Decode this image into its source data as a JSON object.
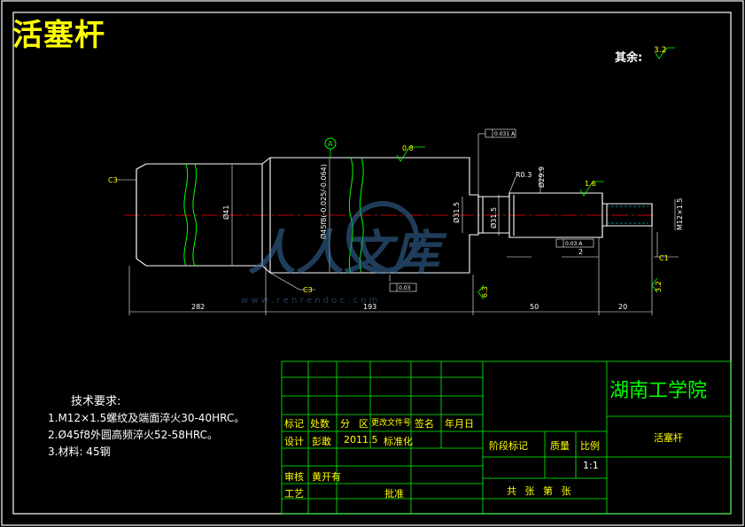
{
  "drawing_title": "活塞杆",
  "rest_roughness": {
    "label": "其余:",
    "value": "3.2"
  },
  "datum_label": "A",
  "dimensions": {
    "chamfer_left": "C3",
    "chamfer_mid": "C3",
    "chamfer_right": "C1",
    "dia_left": "Ø41",
    "dia_main": "Ø45f8(-0.025/-0.064)",
    "dia_neck": "Ø31.5",
    "dia_step": "Ø31.5",
    "dia_groove": "Ø29.9",
    "thread": "M12×1.5",
    "groove_r": "R0.3",
    "len_1": "282",
    "len_2": "193",
    "len_3": "50",
    "len_4": "20",
    "len_5": "2",
    "rough_main": "0.8",
    "rough_right": "1.6",
    "rough_bottom": "6.3",
    "rough_side": "3.2",
    "tol_top": "0.031 A",
    "tol_mid": "0.03 A",
    "tol_bottom": "0.03"
  },
  "tech_requirements": {
    "heading": "技术要求:",
    "items": [
      "1.M12×1.5螺纹及端面淬火30-40HRC。",
      "2.Ø45f8外圆高频淬火52-58HRC。",
      "3.材料: 45钢"
    ]
  },
  "title_block": {
    "school": "湖南工学院",
    "part_name": "活塞杆",
    "row_marks": [
      "标记",
      "处数",
      "分",
      "区",
      "更改文件号",
      "签名",
      "年月日"
    ],
    "design_label": "设计",
    "designer": "彭敢",
    "design_date": "2011.5",
    "standardize_label": "标准化",
    "stage_label": "阶段标记",
    "mass_label": "质量",
    "scale_label": "比例",
    "scale_value": "1:1",
    "review_label": "审核",
    "reviewer": "黄开有",
    "process_label": "工艺",
    "approve_label": "批准",
    "sheets_label": "共 张 第 张"
  },
  "watermark": {
    "text": "人人文库",
    "url": "w w w . r e n r e n d o c . c o m"
  },
  "colors": {
    "frame": "#ffffff",
    "table": "#00ff00",
    "text": "#ffff00",
    "centerline": "#ff0000",
    "dim": "#ffffff"
  }
}
